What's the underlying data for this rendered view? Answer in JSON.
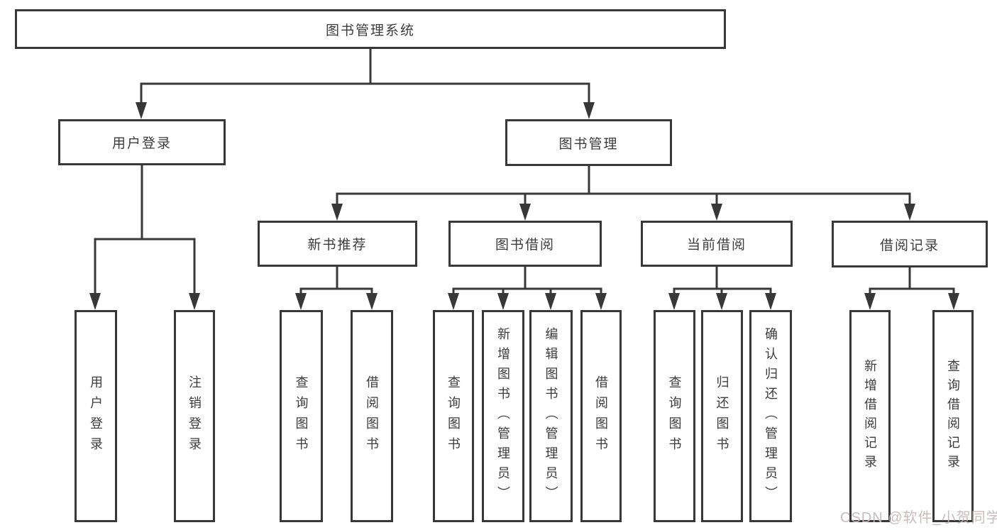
{
  "diagram": {
    "root": {
      "label": "图书管理系统"
    },
    "branches": [
      {
        "label": "用户登录",
        "leaves": [
          "用户登录",
          "注销登录"
        ]
      },
      {
        "label": "图书管理",
        "groups": [
          {
            "label": "新书推荐",
            "leaves": [
              "查询图书",
              "借阅图书"
            ]
          },
          {
            "label": "图书借阅",
            "leaves": [
              "查询图书",
              "新增图书（管理员）",
              "编辑图书（管理员）",
              "借阅图书"
            ]
          },
          {
            "label": "当前借阅",
            "leaves": [
              "查询图书",
              "归还图书",
              "确认归还（管理员）"
            ]
          },
          {
            "label": "借阅记录",
            "leaves": [
              "新增借阅记录",
              "查询借阅记录"
            ]
          }
        ]
      }
    ]
  },
  "watermark": {
    "text": "CSDN @软件_小贺同学"
  },
  "colors": {
    "line": "#383838",
    "box_border": "#383838",
    "text": "#3c3c3c",
    "background": "#ffffff",
    "watermark": "#c6b6b9"
  }
}
